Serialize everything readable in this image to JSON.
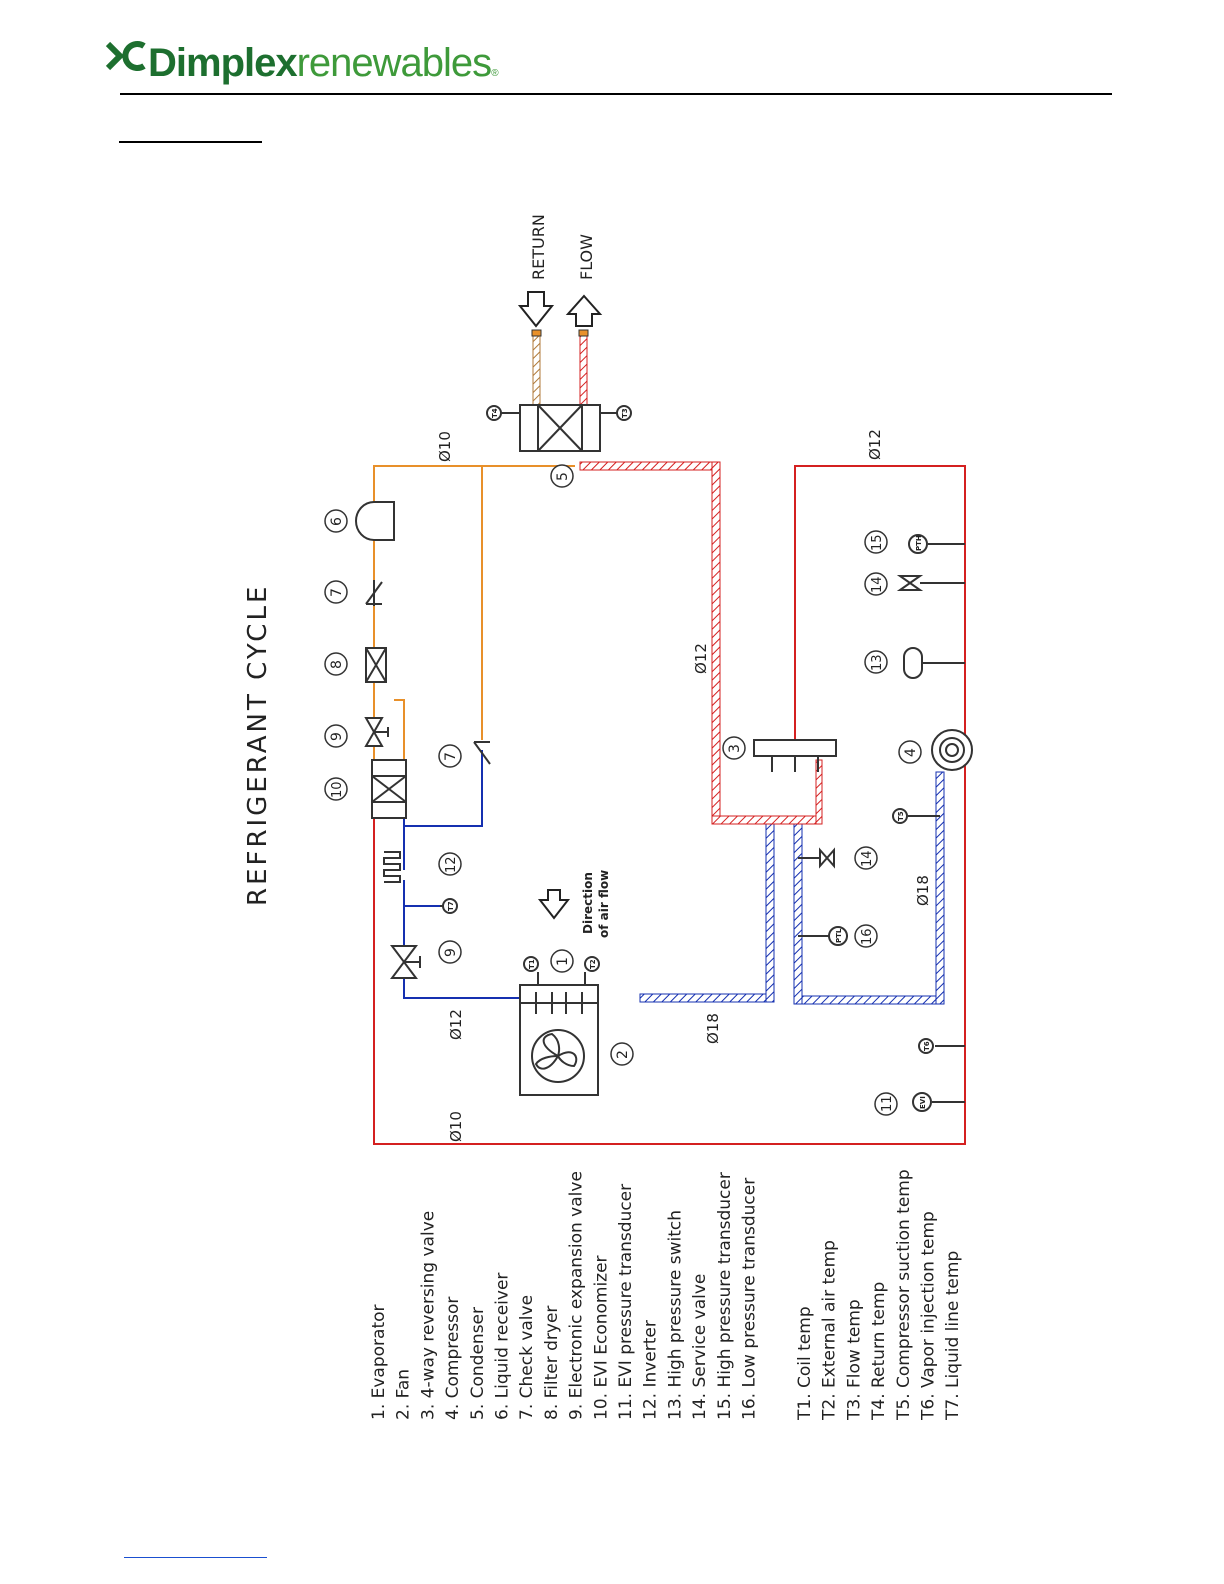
{
  "header": {
    "brand_bold": "Dimplex",
    "brand_light": "renewables",
    "registered": "®"
  },
  "diagram": {
    "title": "REFRIGERANT CYCLE",
    "return_label": "RETURN",
    "flow_label": "FLOW",
    "air_flow_label": [
      "Direction",
      "of air flow"
    ],
    "pipe_labels": {
      "d10_top": "Ø10",
      "d10_left": "Ø10",
      "d12_left": "Ø12",
      "d18_left": "Ø18",
      "d12_mid": "Ø12",
      "d12_right": "Ø12",
      "d18_right": "Ø18"
    },
    "sensor_tags": {
      "t1": "T1",
      "t2": "T2",
      "t3": "T3",
      "t4": "T4",
      "t5": "T5",
      "t6": "T6",
      "t7": "T7",
      "evi": "EVI",
      "ptl": "PTL",
      "pth": "PTH"
    },
    "callouts": [
      "1",
      "2",
      "3",
      "4",
      "5",
      "6",
      "7",
      "8",
      "9",
      "10",
      "11",
      "12",
      "13",
      "14",
      "15",
      "16"
    ],
    "colors": {
      "liquid_line": "#d42020",
      "low_temp_line": "#1530b0",
      "discharge_line": "#e8902a",
      "hatched_pipe": "#d42020",
      "return_pipe": "#b07a3a"
    }
  },
  "legend": {
    "components": [
      "1.  Evaporator",
      "2.  Fan",
      "3.  4-way reversing valve",
      "4.  Compressor",
      "5.  Condenser",
      "6.  Liquid receiver",
      "7.  Check valve",
      "8.  Filter dryer",
      "9.  Electronic expansion valve",
      "10. EVI Economizer",
      "11.  EVI pressure transducer",
      "12. Inverter",
      "13. High pressure switch",
      "14. Service valve",
      "15. High pressure transducer",
      "16. Low pressure transducer"
    ],
    "temperatures": [
      "T1. Coil temp",
      "T2. External air temp",
      "T3. Flow temp",
      "T4. Return temp",
      "T5. Compressor suction temp",
      "T6. Vapor injection temp",
      "T7. Liquid line temp"
    ]
  }
}
